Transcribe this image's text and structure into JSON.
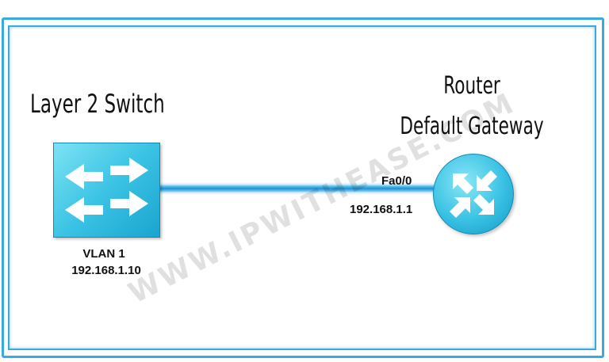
{
  "switch": {
    "title": "Layer 2 Switch",
    "vlan_label": "VLAN 1",
    "ip": "192.168.1.10"
  },
  "router": {
    "title_line1": "Router",
    "title_line2": "Default Gateway",
    "interface": "Fa0/0",
    "ip": "192.168.1.1"
  },
  "watermark": "WWW.IPWITHEASE.COM",
  "colors": {
    "frame": "#3aa9e0",
    "device_fill": "#3bc3e4",
    "link": "#1f8fd6"
  },
  "icons": {
    "switch": "switch-arrows-icon",
    "router": "router-arrows-icon"
  }
}
